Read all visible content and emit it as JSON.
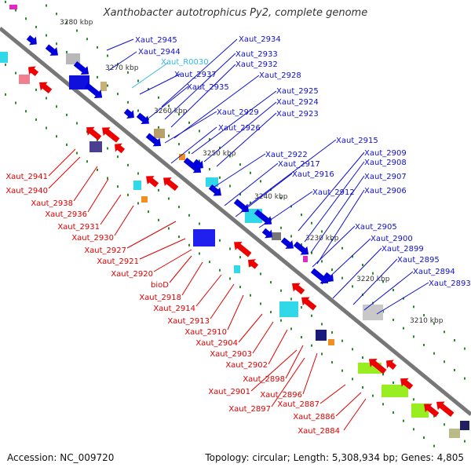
{
  "title": "Xanthobacter autotrophicus Py2, complete genome",
  "footer": {
    "accession": "Accession: NC_009720",
    "summary": "Topology: circular; Length: 5,308,934 bp; Genes: 4,805"
  },
  "scale_labels": [
    "3280 kbp",
    "3270 kbp",
    "3260 kbp",
    "3250 kbp",
    "3240 kbp",
    "3230 kbp",
    "3220 kbp",
    "3210 kbp"
  ],
  "labels_blue_upper": [
    "Xaut_2945",
    "Xaut_2944",
    "Xaut_2937",
    "Xaut_2935",
    "Xaut_2929",
    "Xaut_2926",
    "Xaut_2922",
    "Xaut_2917",
    "Xaut_2916",
    "Xaut_2912",
    "Xaut_2905",
    "Xaut_2900",
    "Xaut_2899",
    "Xaut_2895",
    "Xaut_2894",
    "Xaut_2893"
  ],
  "labels_blue_right": [
    "Xaut_2934",
    "Xaut_2933",
    "Xaut_2932",
    "Xaut_2928",
    "Xaut_2925",
    "Xaut_2924",
    "Xaut_2923",
    "Xaut_2915",
    "Xaut_2909",
    "Xaut_2908",
    "Xaut_2907",
    "Xaut_2906"
  ],
  "label_cyan": "Xaut_R0030",
  "labels_red": [
    "Xaut_2941",
    "Xaut_2940",
    "Xaut_2938",
    "Xaut_2936",
    "Xaut_2931",
    "Xaut_2930",
    "Xaut_2927",
    "Xaut_2921",
    "Xaut_2920",
    "bioD",
    "Xaut_2918",
    "Xaut_2914",
    "Xaut_2913",
    "Xaut_2910",
    "Xaut_2904",
    "Xaut_2903",
    "Xaut_2902",
    "Xaut_2898",
    "Xaut_2901",
    "Xaut_2896",
    "Xaut_2897",
    "Xaut_2887",
    "Xaut_2886",
    "Xaut_2884"
  ],
  "colors": {
    "backbone": "#777777",
    "forward_gene": "#0000dd",
    "reverse_gene": "#ee0000",
    "rna": "#33ccee",
    "tick": "#2a8a2a"
  }
}
